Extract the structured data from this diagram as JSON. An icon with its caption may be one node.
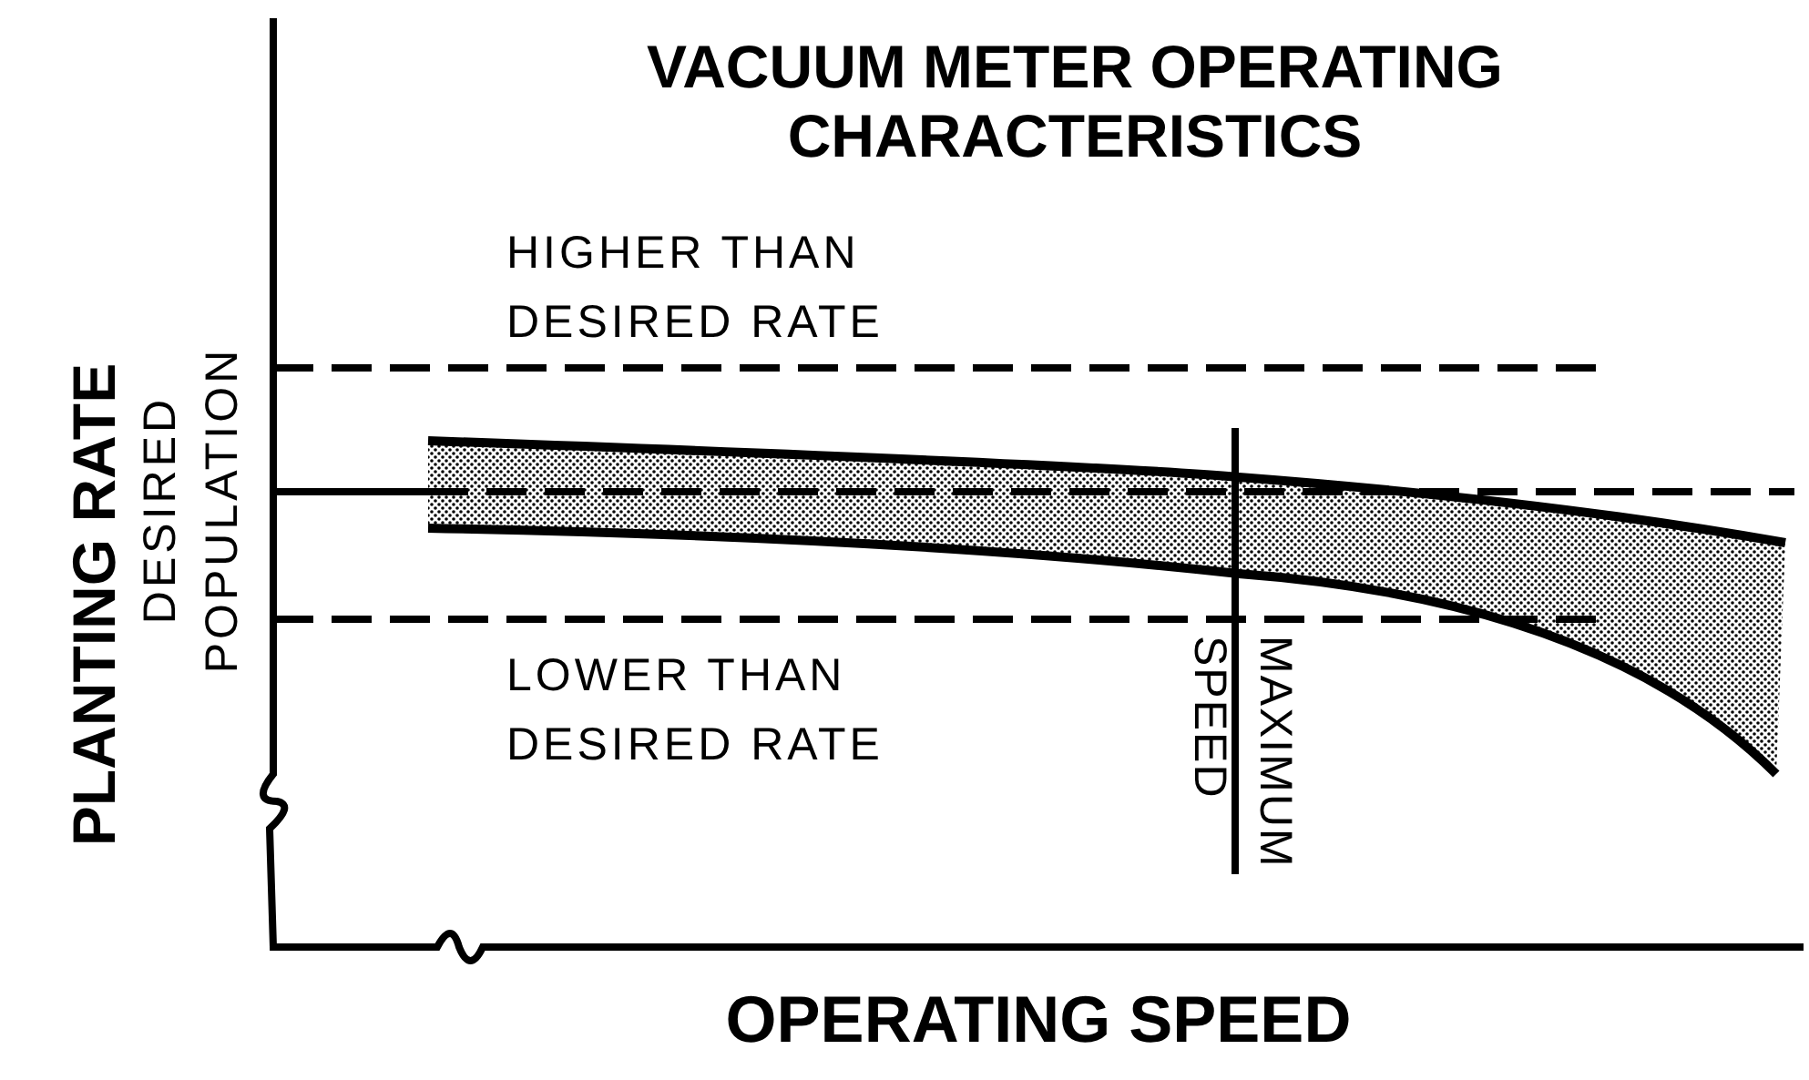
{
  "diagram": {
    "title": "VACUUM METER OPERATING CHARACTERISTICS",
    "labels": [
      "HIGHER THAN DESIRED RATE",
      "DESIRED POPULATION",
      "LOWER THAN DESIRED RATE",
      "MAXIMUM SPEED",
      "PLANTING RATE",
      "OPERATING SPEED"
    ]
  }
}
